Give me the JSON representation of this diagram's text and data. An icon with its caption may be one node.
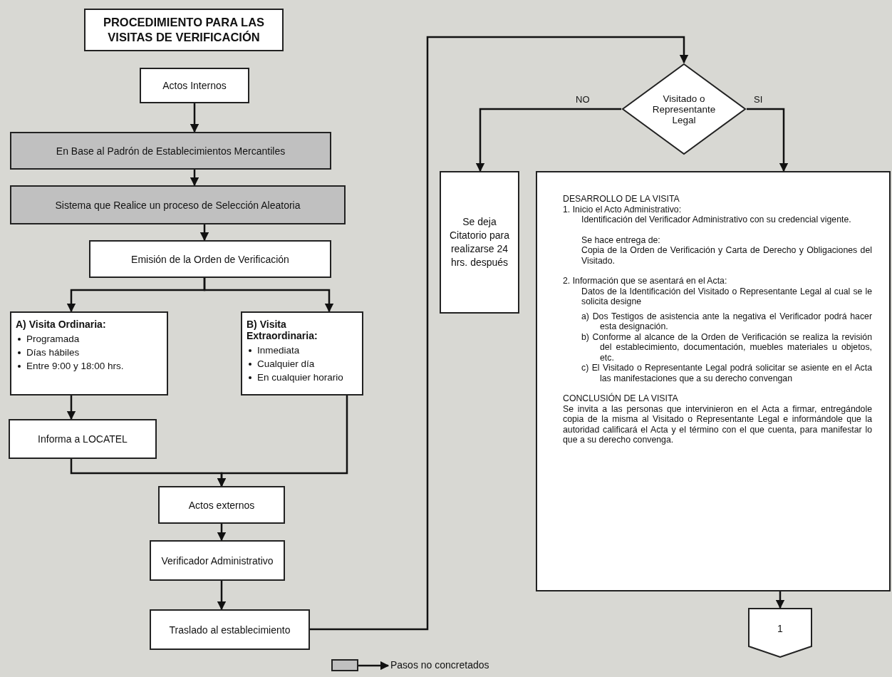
{
  "diagram": {
    "title": "PROCEDIMIENTO PARA LAS VISITAS DE VERIFICACIÓN",
    "nodes": [
      {
        "text": [
          "Actos Internos"
        ]
      },
      {
        "text": [
          "En Base al Padrón de Establecimientos Mercantiles"
        ]
      },
      {
        "text": [
          "Sistema que Realice un proceso de Selección Aleatoria"
        ]
      },
      {
        "text": [
          "Emisión de la Orden de Verificación"
        ]
      },
      {
        "text": [
          "A) Visita Ordinaria:",
          "Programada",
          "Días hábiles",
          "Entre 9:00 y 18:00 hrs."
        ]
      },
      {
        "text": [
          "B) Visita Extraordinaria:",
          "Inmediata",
          "Cualquier día",
          "En cualquier horario"
        ]
      },
      {
        "text": [
          "Informa a LOCATEL"
        ]
      },
      {
        "text": [
          "Actos externos"
        ]
      },
      {
        "text": [
          "Verificador Administrativo"
        ]
      },
      {
        "text": [
          "Traslado al establecimiento"
        ]
      },
      {
        "text": [
          "Visitado o Representante Legal"
        ]
      },
      {
        "text": [
          "Se deja Citatorio para realizarse 24 hrs. después"
        ]
      },
      {
        "text": [
          "DESARROLLO DE LA VISITA",
          "1. Inicio el Acto Administrativo:",
          "Identificación del Verificador Administrativo con su credencial vigente.",
          "Se hace entrega de:",
          "Copia de la Orden de Verificación y Carta de Derecho y Obligaciones del Visitado.",
          "2. Información que se asentará en el Acta:",
          "Datos de la Identificación del Visitado o Representante Legal al cual se le solicita designe",
          "a) Dos Testigos de asistencia ante la negativa el Verificador podrá hacer esta designación.",
          "b) Conforme al alcance de la Orden de Verificación se realiza la revisión del establecimiento, documentación, muebles materiales u objetos, etc.",
          "c) El Visitado o Representante Legal podrá solicitar se asiente en el Acta las manifestaciones que a su derecho convengan",
          "CONCLUSIÓN DE LA VISITA",
          "Se invita a las personas que intervinieron en el Acta a firmar, entregándole copia de la misma al Visitado o Representante Legal e informándole que la autoridad calificará el Acta y el término con el que cuenta, para manifestar lo que a su derecho convenga."
        ]
      },
      {
        "text": [
          "1"
        ]
      }
    ],
    "edges": [
      {
        "from": 0,
        "to": 1,
        "arrow": "to"
      },
      {
        "from": 1,
        "to": 2,
        "arrow": "to"
      },
      {
        "from": 2,
        "to": 3,
        "arrow": "to"
      },
      {
        "from": 3,
        "to": 4,
        "arrow": "to"
      },
      {
        "from": 3,
        "to": 5,
        "arrow": "to"
      },
      {
        "from": 4,
        "to": 6,
        "arrow": "to"
      },
      {
        "from": 6,
        "to": 7,
        "arrow": "to"
      },
      {
        "from": 5,
        "to": 7,
        "arrow": "to"
      },
      {
        "from": 7,
        "to": 8,
        "arrow": "to"
      },
      {
        "from": 8,
        "to": 9,
        "arrow": "to"
      },
      {
        "from": 9,
        "to": 10,
        "arrow": "to"
      },
      {
        "from": 10,
        "to": 11,
        "label": "NO",
        "arrow": "to"
      },
      {
        "from": 10,
        "to": 12,
        "label": "SI",
        "arrow": "to"
      },
      {
        "from": 12,
        "to": 13,
        "arrow": "to"
      }
    ],
    "legend": [
      {
        "text": "Pasos no concretados",
        "color": "#c0c0c0"
      }
    ]
  }
}
